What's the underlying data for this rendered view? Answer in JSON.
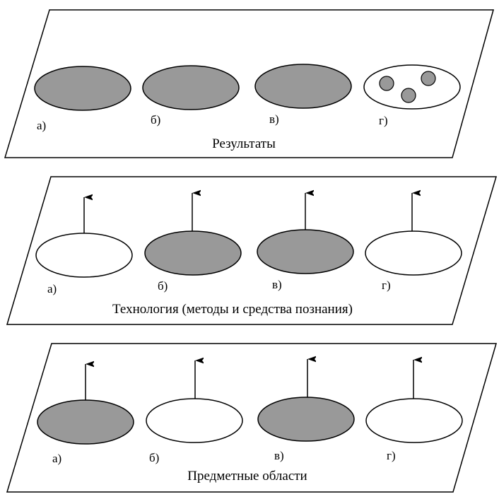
{
  "colors": {
    "fill_dark": "#999999",
    "fill_light": "#ffffff",
    "stroke": "#000000"
  },
  "panels": [
    {
      "title": "Результаты",
      "items": [
        {
          "label": "а)",
          "filled": true,
          "variant": "solid"
        },
        {
          "label": "б)",
          "filled": true,
          "variant": "solid"
        },
        {
          "label": "в)",
          "filled": true,
          "variant": "solid"
        },
        {
          "label": "г)",
          "filled": false,
          "variant": "dots"
        }
      ]
    },
    {
      "title": "Технология (методы и средства познания)",
      "items": [
        {
          "label": "а)",
          "filled": false,
          "variant": "arrow"
        },
        {
          "label": "б)",
          "filled": true,
          "variant": "arrow"
        },
        {
          "label": "в)",
          "filled": true,
          "variant": "arrow"
        },
        {
          "label": "г)",
          "filled": false,
          "variant": "arrow"
        }
      ]
    },
    {
      "title": "Предметные области",
      "items": [
        {
          "label": "а)",
          "filled": true,
          "variant": "arrow"
        },
        {
          "label": "б)",
          "filled": false,
          "variant": "arrow"
        },
        {
          "label": "в)",
          "filled": true,
          "variant": "arrow"
        },
        {
          "label": "г)",
          "filled": false,
          "variant": "arrow"
        }
      ]
    }
  ]
}
